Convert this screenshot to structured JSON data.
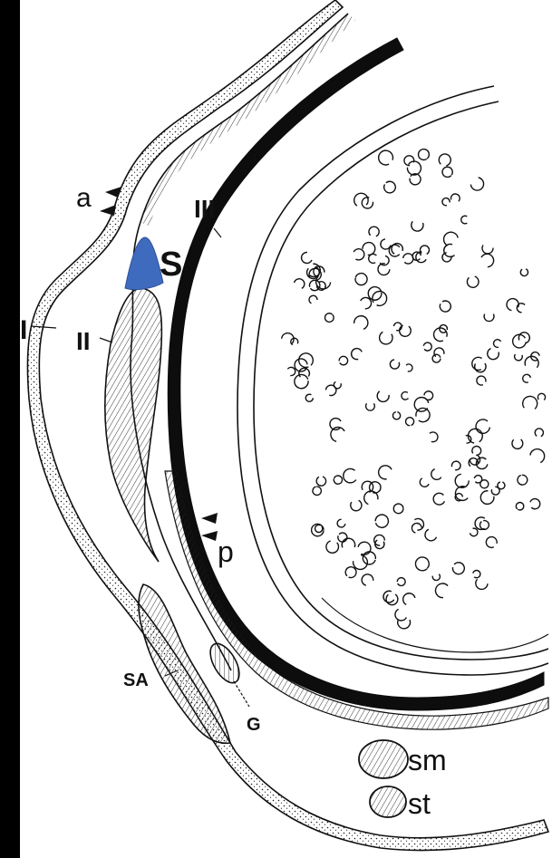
{
  "labels": {
    "a": "a",
    "S": "S",
    "I": "I",
    "II": "II",
    "III": "III",
    "p": "p",
    "SA": "SA",
    "G": "G",
    "sm": "sm",
    "st": "st"
  },
  "colors": {
    "background": "#000000",
    "paper": "#ffffff",
    "ink": "#111111",
    "highlight": "#3f6bbf"
  }
}
